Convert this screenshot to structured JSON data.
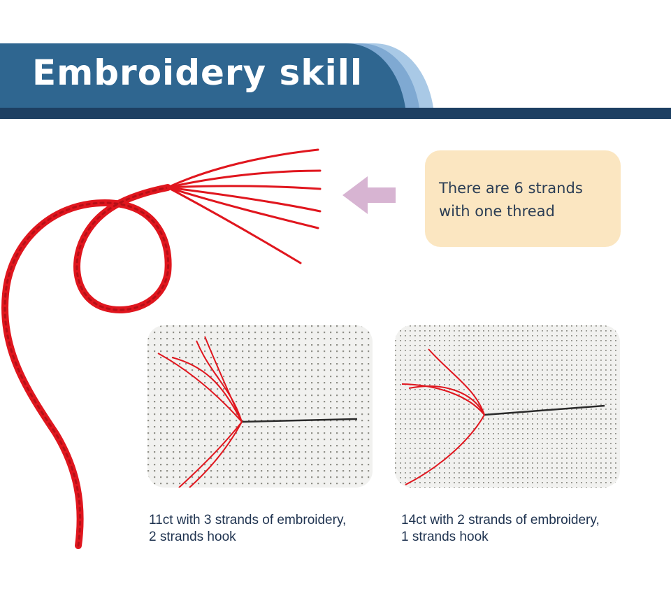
{
  "header": {
    "title": "Embroidery skill",
    "colors": {
      "band": "#2f6690",
      "stripe": "#1d3f62",
      "accent_light": "#a9c9e6",
      "accent_mid": "#7fa9d2"
    }
  },
  "info_box": {
    "lines": [
      "There are 6 strands",
      "with one thread"
    ],
    "background": "#fbe6c1",
    "arrow_icon": "arrow-left-icon",
    "arrow_color": "#d7b4d2"
  },
  "thread_color": "#e0161e",
  "examples": [
    {
      "caption_lines": [
        "11ct with 3 strands of embroidery,",
        "2 strands hook"
      ]
    },
    {
      "caption_lines": [
        "14ct with 2 strands of embroidery,",
        "1 strands hook"
      ]
    }
  ]
}
